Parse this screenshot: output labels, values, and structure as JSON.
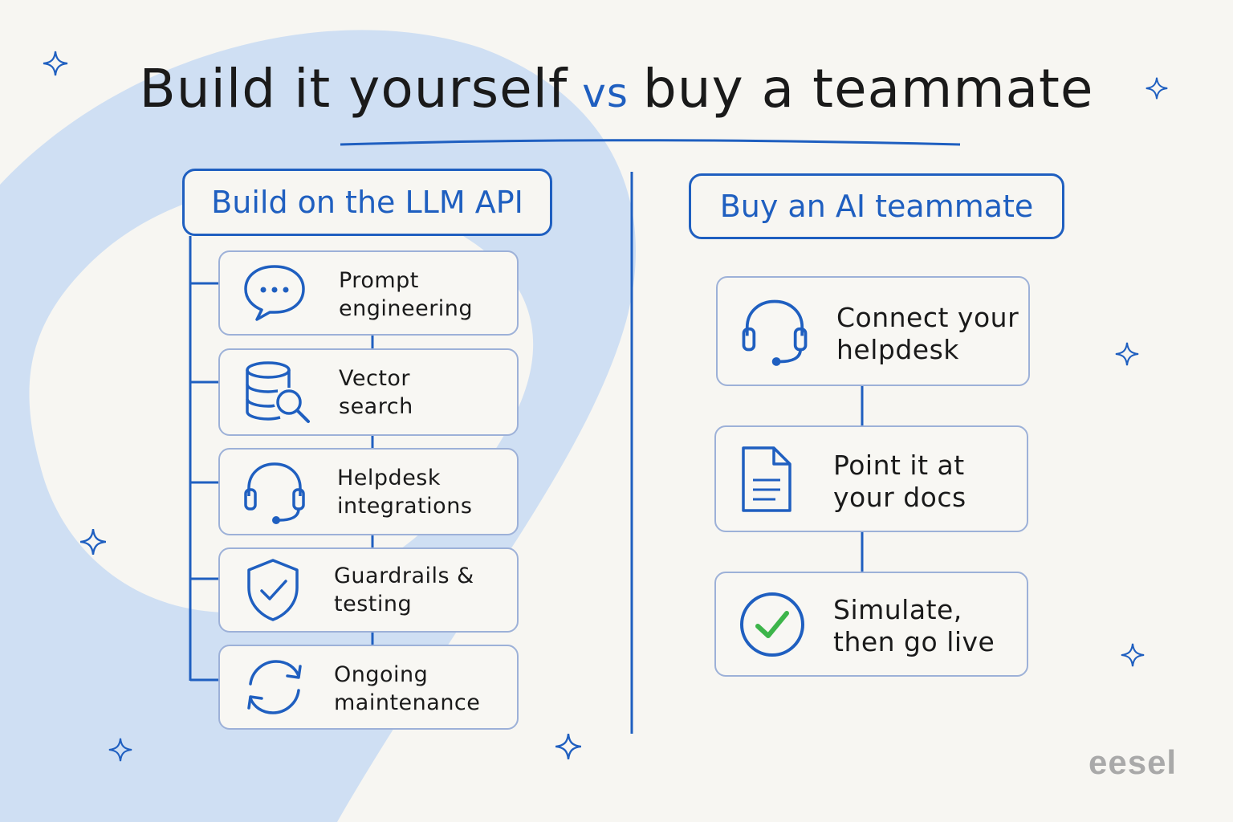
{
  "title": {
    "part1": "Build it yourself",
    "vs": "vs",
    "part2": "buy a teammate"
  },
  "left": {
    "header": "Build on the LLM API",
    "items": [
      {
        "label": "Prompt\nengineering",
        "icon": "chat-bubble-icon"
      },
      {
        "label": "Vector\nsearch",
        "icon": "database-search-icon"
      },
      {
        "label": "Helpdesk\nintegrations",
        "icon": "headset-icon"
      },
      {
        "label": "Guardrails &\ntesting",
        "icon": "shield-check-icon"
      },
      {
        "label": "Ongoing\nmaintenance",
        "icon": "refresh-arrows-icon"
      }
    ]
  },
  "right": {
    "header": "Buy an AI teammate",
    "items": [
      {
        "label": "Connect your\nhelpdesk",
        "icon": "headset-icon"
      },
      {
        "label": "Point it at\nyour docs",
        "icon": "document-icon"
      },
      {
        "label": "Simulate,\nthen go live",
        "icon": "check-circle-icon"
      }
    ]
  },
  "logo": "eesel",
  "colors": {
    "accent": "#1f5fc0",
    "check": "#3db54a",
    "background": "#f7f6f2",
    "blob": "#cfdff3"
  }
}
